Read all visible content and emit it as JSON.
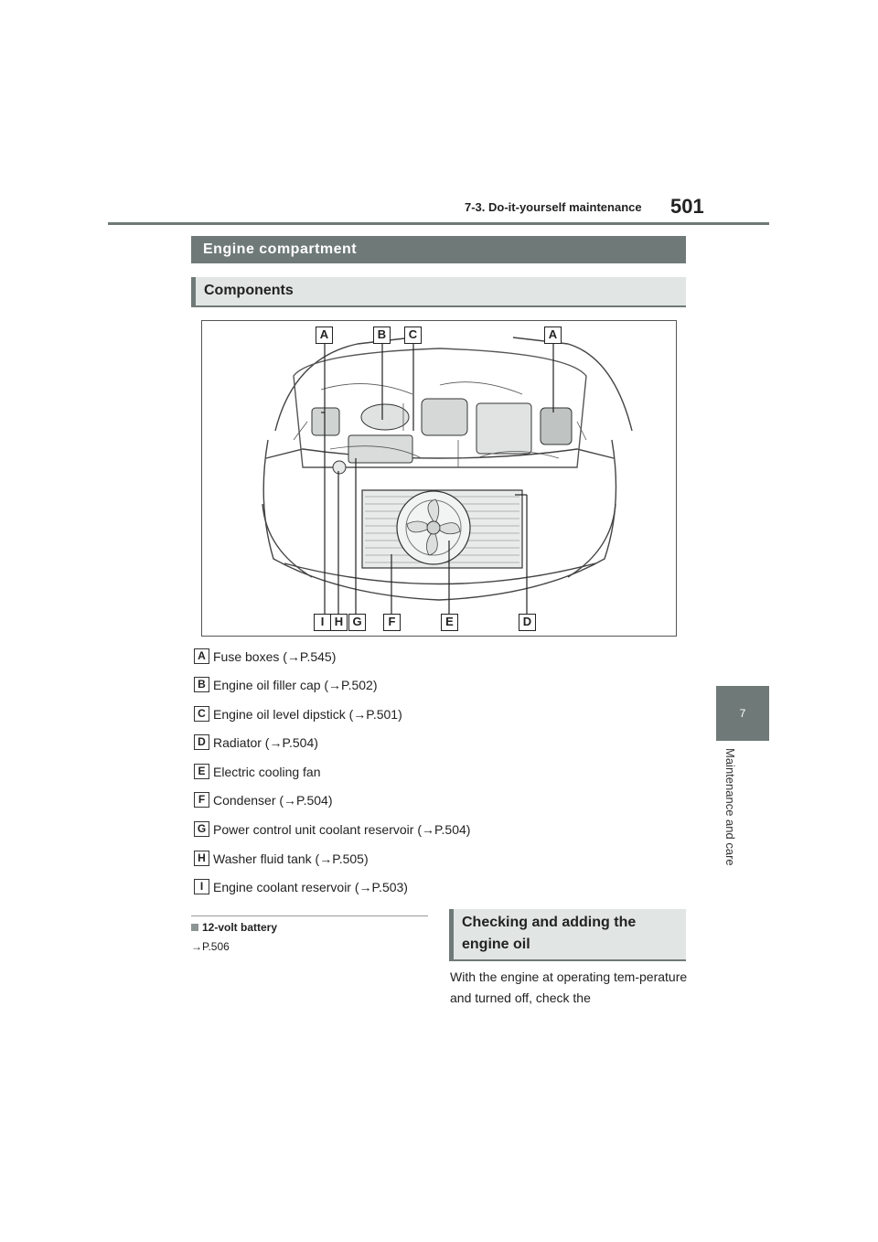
{
  "header": {
    "section_title": "7-3. Do-it-yourself maintenance",
    "page_number": "501"
  },
  "side_tab": {
    "chapter_number": "7",
    "chapter_title": "Maintenance and care"
  },
  "section": {
    "title": "Engine compartment"
  },
  "subsection": {
    "title": "Components"
  },
  "figure": {
    "top_labels": [
      "A",
      "B",
      "C",
      "A"
    ],
    "bottom_labels": [
      "I",
      "H",
      "G",
      "F",
      "E",
      "D"
    ]
  },
  "items": [
    {
      "key": "A",
      "text": "Fuse boxes (→P.545)"
    },
    {
      "key": "B",
      "text": "Engine oil filler cap (→P.502)"
    },
    {
      "key": "C",
      "text": "Engine oil level dipstick (→P.501)"
    },
    {
      "key": "D",
      "text": "Radiator (→P.504)"
    },
    {
      "key": "E",
      "text": "Electric cooling fan"
    },
    {
      "key": "F",
      "text": "Condenser (→P.504)"
    },
    {
      "key": "G",
      "text": "Power control unit coolant reservoir (→P.504)"
    },
    {
      "key": "H",
      "text": "Washer fluid tank (→P.505)"
    },
    {
      "key": "I",
      "text": "Engine coolant reservoir (→P.503)"
    }
  ],
  "battery": {
    "heading": "12-volt battery",
    "reference": "→P.506"
  },
  "oil": {
    "heading": "Checking and adding the engine oil",
    "paragraph": "With the engine at operating tem-perature and turned off, check the"
  }
}
